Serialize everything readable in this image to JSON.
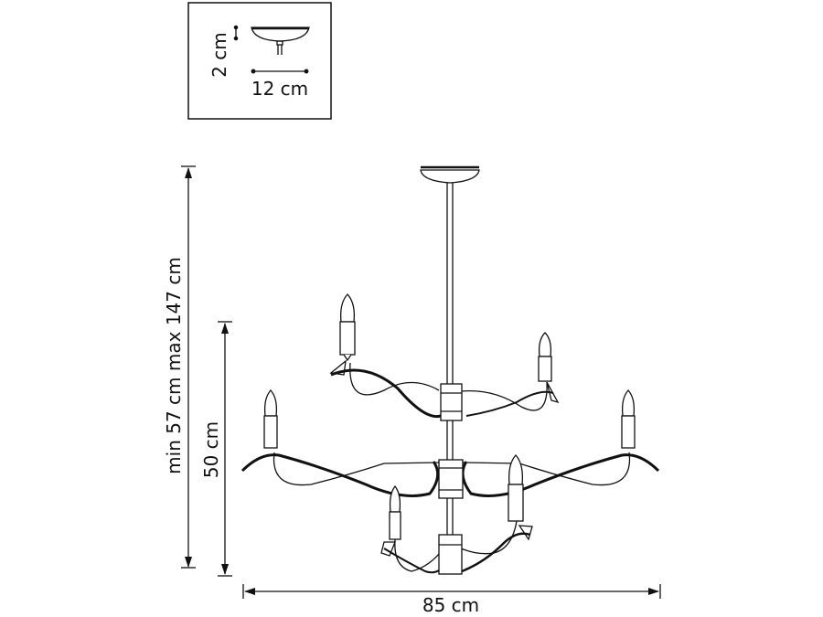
{
  "inset": {
    "height_label": "2 cm",
    "width_label": "12 cm"
  },
  "dimensions": {
    "total_height_label": "min 57 cm max 147 cm",
    "body_height_label": "50 cm",
    "width_label": "85 cm"
  }
}
